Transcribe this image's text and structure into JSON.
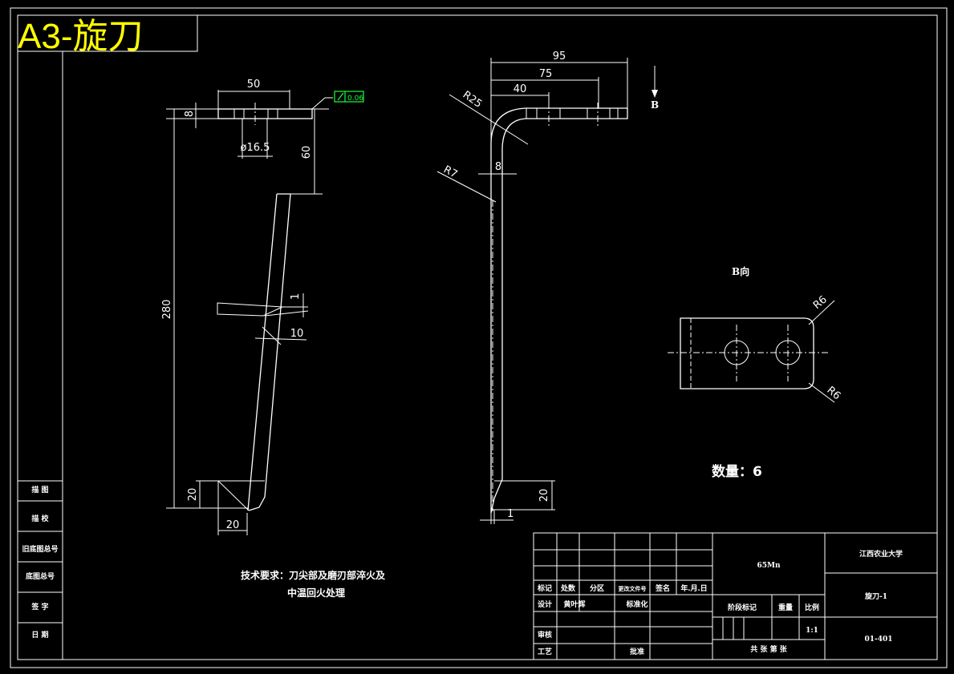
{
  "title_banner": "A3-旋刀",
  "dims": {
    "front_width": "50",
    "front_plate_thk": "8",
    "front_hole": "ø16.5",
    "front_offset": "60",
    "front_length": "280",
    "front_edge_1": "1",
    "front_edge_10": "10",
    "front_tip_h": "20",
    "front_tip_w": "20",
    "tol_value": "0.06",
    "side_95": "95",
    "side_75": "75",
    "side_40": "40",
    "side_r25": "R25",
    "side_r7": "R7",
    "side_8": "8",
    "side_b": "B",
    "side_tip_h": "20",
    "side_tip_1": "1"
  },
  "view_b": {
    "label": "B向",
    "r_top": "R6",
    "r_bot": "R6"
  },
  "quantity": "数量：6",
  "tech_req": {
    "line1": "技术要求：刀尖部及磨刃部淬火及",
    "line2": "中温回火处理"
  },
  "left_strip": [
    "描  图",
    "描  校",
    "旧底图总号",
    "底图总号",
    "签  字",
    "日  期"
  ],
  "title_block": {
    "row_headers": [
      "标记",
      "处数",
      "分区",
      "更改文件号",
      "签名",
      "年.月.日"
    ],
    "design_label": "设计",
    "designer": "黄叶辉",
    "std_label": "标准化",
    "check_label": "审核",
    "process_label": "工艺",
    "approve_label": "批准",
    "material": "65Mn",
    "university": "江西农业大学",
    "stage_label": "阶段标记",
    "weight_label": "重量",
    "scale_label": "比例",
    "scale": "1:1",
    "part_name": "旋刀-1",
    "sheets": "共  张  第  张",
    "drawing_no": "01-401"
  }
}
